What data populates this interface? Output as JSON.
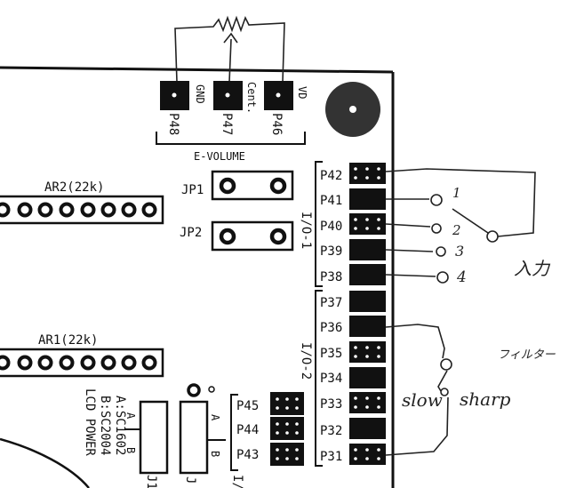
{
  "labels": {
    "gnd": "GND",
    "cent": "Cent.",
    "vd": "VD",
    "p48": "P48",
    "p47": "P47",
    "p46": "P46",
    "e_volume": "E-VOLUME",
    "ar2": "AR2(22k)",
    "ar1": "AR1(22k)",
    "jp1": "JP1",
    "jp2": "JP2",
    "io1": "I/O-1",
    "io2": "I/O-2",
    "a_sc1602": "A:SC1602",
    "b_sc2004": "B:SC2004",
    "lcd_power": "LCD POWER",
    "a": "A",
    "b": "B",
    "j1": "J1",
    "j": "J",
    "io_partial": "I/",
    "p45": "P45",
    "p44": "P44",
    "p43": "P43"
  },
  "io1_pins": [
    "P42",
    "P41",
    "P40",
    "P39",
    "P38"
  ],
  "io2_pins": [
    "P37",
    "P36",
    "P35",
    "P34",
    "P33",
    "P32",
    "P31"
  ],
  "handwritten": {
    "n1": "1",
    "n2": "2",
    "n3": "3",
    "n4": "4",
    "input": "入力",
    "filter": "フィルター",
    "slow": "slow",
    "sharp": "sharp"
  }
}
